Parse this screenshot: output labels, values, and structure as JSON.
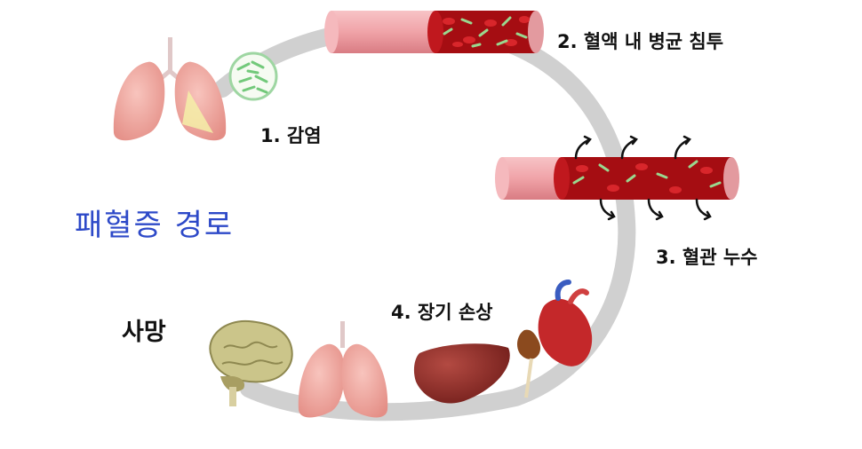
{
  "title": "패혈증 경로",
  "steps": [
    {
      "label": "1. 감염"
    },
    {
      "label": "2. 혈액 내 병균 침투"
    },
    {
      "label": "3. 혈관 누수"
    },
    {
      "label": "4. 장기 손상"
    }
  ],
  "outcome": "사망",
  "colors": {
    "title": "#2d49c8",
    "path": "#cccccc",
    "vessel": "#f0a3a8",
    "blood": "#a50d12",
    "bacteria": "#88d68a",
    "lung": "#f0a7a0",
    "liver": "#8f2a25",
    "heart": "#c4282a",
    "brain": "#cbc58a"
  },
  "icons": [
    "lungs-icon",
    "bacteria-magnifier-icon",
    "blood-vessel-icon",
    "leaky-vessel-icon",
    "heart-icon",
    "kidney-icon",
    "liver-icon",
    "brain-icon"
  ]
}
